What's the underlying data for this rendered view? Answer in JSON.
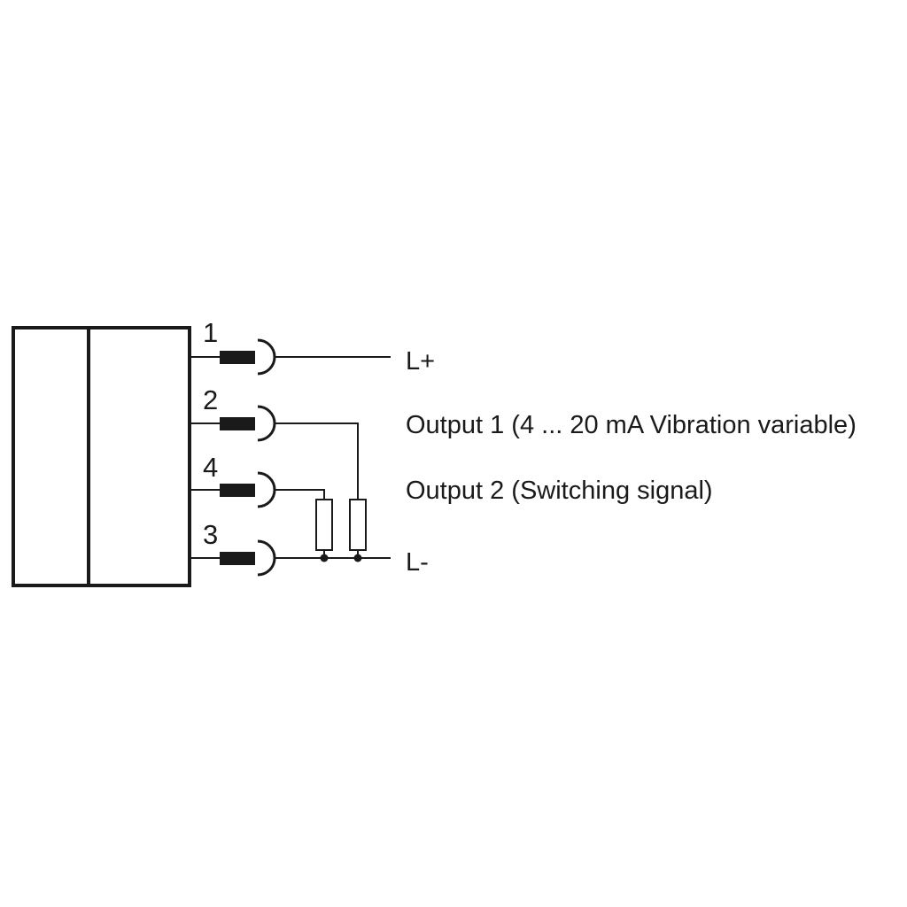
{
  "pins": [
    {
      "number": "1",
      "signal": "L+"
    },
    {
      "number": "2",
      "signal": "Output 1 (4 ... 20 mA Vibration variable)"
    },
    {
      "number": "4",
      "signal": "Output 2 (Switching signal)"
    },
    {
      "number": "3",
      "signal": "L-"
    }
  ],
  "colors": {
    "line": "#1a1a1a",
    "background": "#ffffff"
  }
}
